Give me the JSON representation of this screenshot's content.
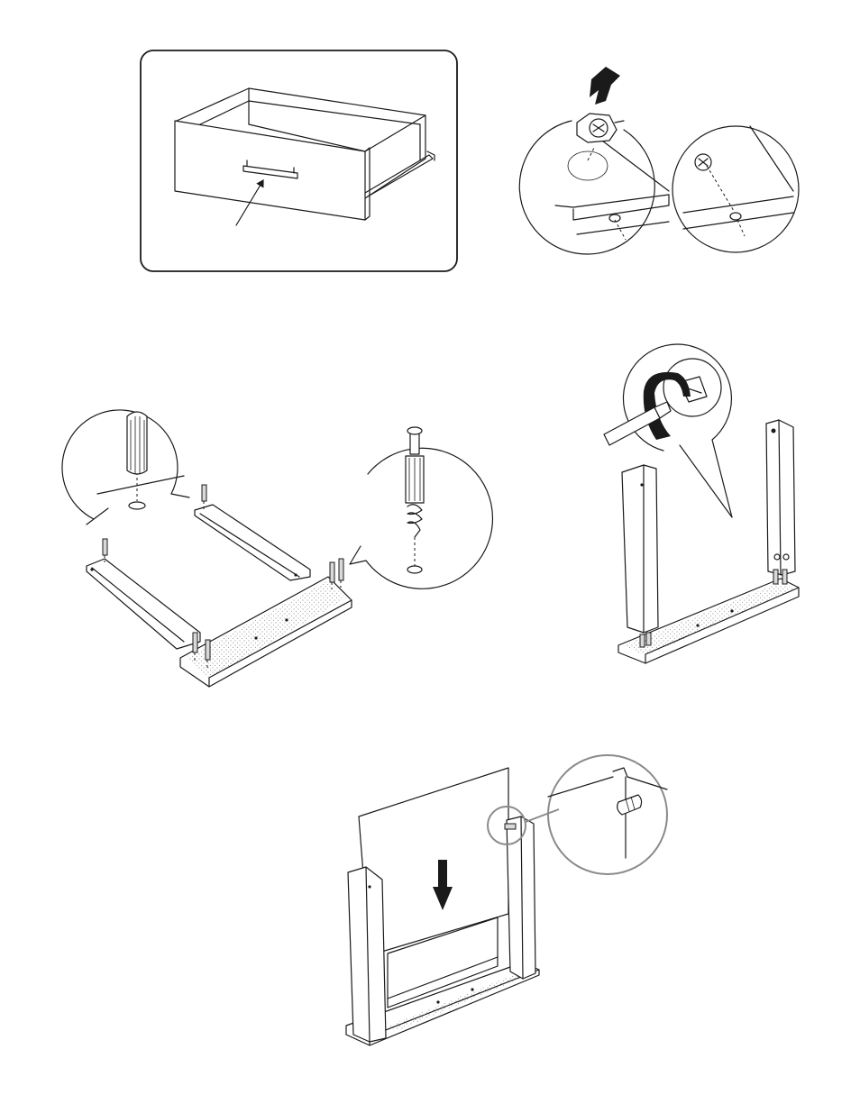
{
  "figures": [
    {
      "id": "drawer-handle",
      "icons": [
        "drawer",
        "handle",
        "pointer-arrow"
      ]
    },
    {
      "id": "cam-lock-insert",
      "icons": [
        "down-arrow",
        "cam-lock",
        "panel-edge-hole",
        "detail-circle"
      ]
    },
    {
      "id": "dowel-assembly",
      "icons": [
        "wood-dowel",
        "cam-bolt",
        "detail-callout",
        "frame-panels"
      ]
    },
    {
      "id": "side-panels-screw",
      "icons": [
        "screwdriver",
        "rotate-arrow",
        "side-panel",
        "base-panel"
      ]
    },
    {
      "id": "back-panel-insert",
      "icons": [
        "back-panel",
        "down-arrow",
        "dowel-detail"
      ]
    }
  ],
  "colors": {
    "line": "#1a1a1a",
    "callout-grey": "#8a8a8a",
    "background": "#ffffff"
  }
}
